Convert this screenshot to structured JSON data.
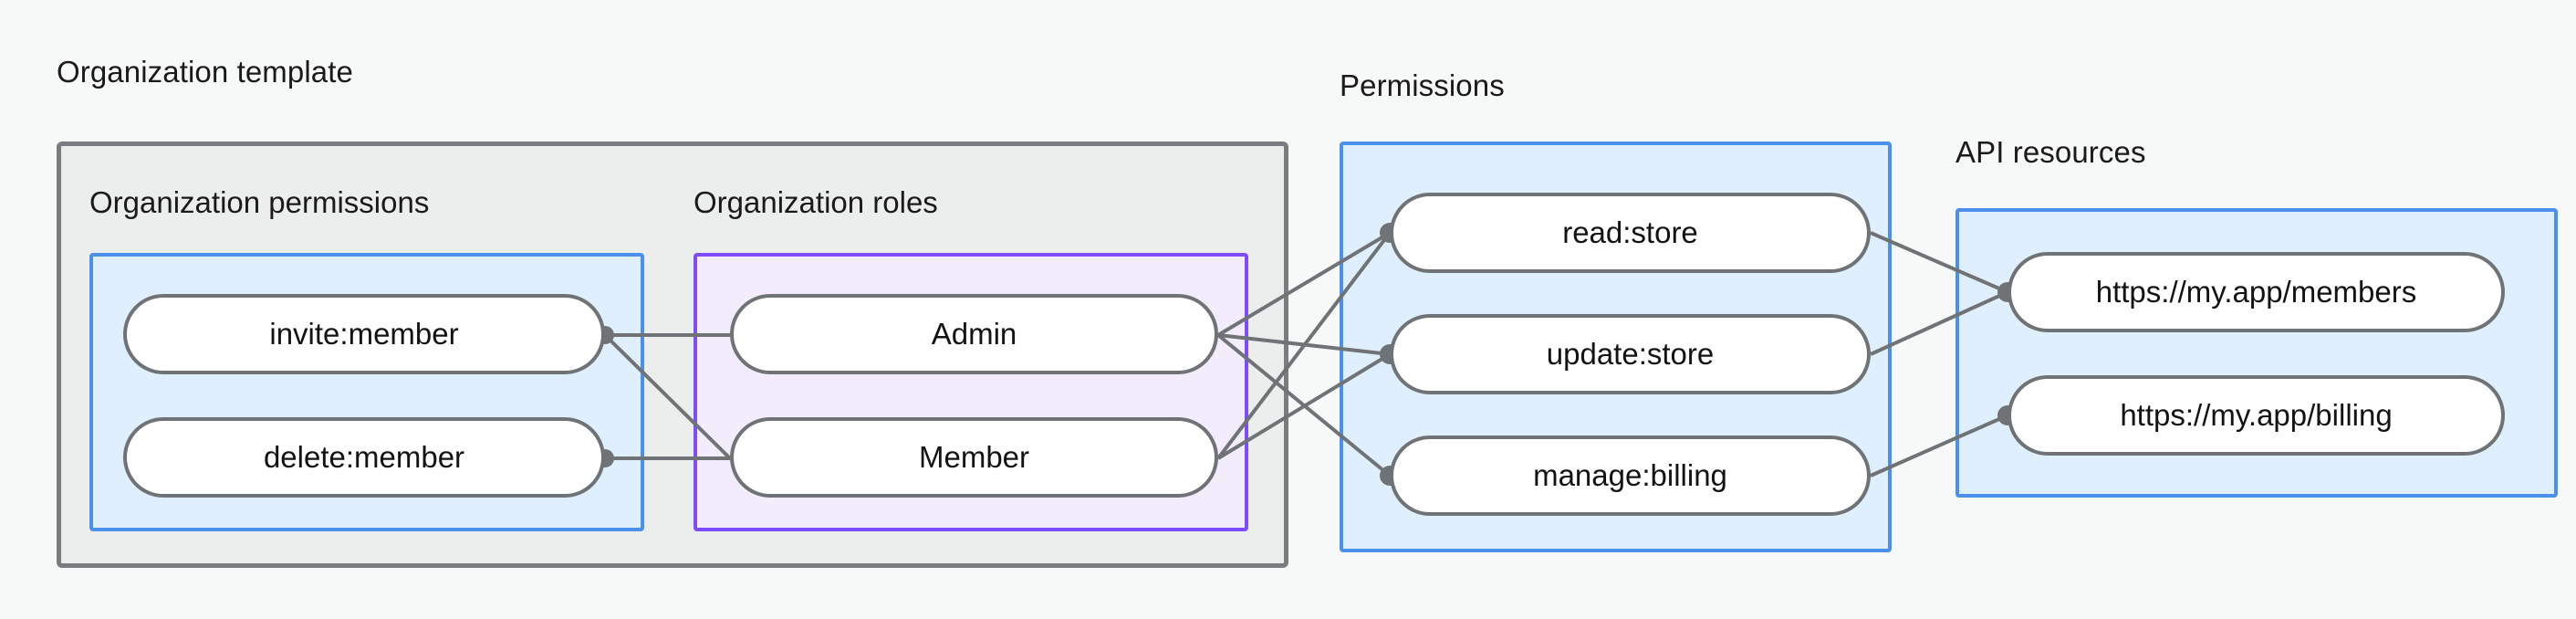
{
  "diagram": {
    "title_hidden": "",
    "background_color": "#f7f8f8",
    "edge_color": "#6f7376",
    "dot_color": "#6f7376",
    "node_border_color": "#6f7376",
    "node_fill_color": "#ffffff",
    "blue_box_fill": "#e0effd",
    "blue_box_border": "#4a90ec",
    "purple_box_fill": "#f2ecfd",
    "purple_box_border": "#7c4dff",
    "template_box_fill": "#eceded",
    "template_box_border": "#7a7d80"
  },
  "groups": {
    "organization_template": {
      "label": "Organization template"
    },
    "permissions": {
      "label": "Permissions"
    },
    "api_resources": {
      "label": "API resources"
    }
  },
  "subgroups": {
    "organization_permissions": {
      "label": "Organization permissions"
    },
    "organization_roles": {
      "label": "Organization roles"
    }
  },
  "nodes": {
    "org_permissions": [
      {
        "id": "invite-member",
        "label": "invite:member"
      },
      {
        "id": "delete-member",
        "label": "delete:member"
      }
    ],
    "org_roles": [
      {
        "id": "admin",
        "label": "Admin"
      },
      {
        "id": "member",
        "label": "Member"
      }
    ],
    "permissions": [
      {
        "id": "read-store",
        "label": "read:store"
      },
      {
        "id": "update-store",
        "label": "update:store"
      },
      {
        "id": "manage-billing",
        "label": "manage:billing"
      }
    ],
    "api_resources": [
      {
        "id": "members-url",
        "label": "https://my.app/members"
      },
      {
        "id": "billing-url",
        "label": "https://my.app/billing"
      }
    ]
  },
  "edges": [
    {
      "from": "invite-member",
      "to": "admin"
    },
    {
      "from": "invite-member",
      "to": "member"
    },
    {
      "from": "delete-member",
      "to": "member"
    },
    {
      "from": "admin",
      "to": "read-store"
    },
    {
      "from": "admin",
      "to": "update-store"
    },
    {
      "from": "admin",
      "to": "manage-billing"
    },
    {
      "from": "member",
      "to": "read-store"
    },
    {
      "from": "member",
      "to": "update-store"
    },
    {
      "from": "read-store",
      "to": "members-url"
    },
    {
      "from": "update-store",
      "to": "members-url"
    },
    {
      "from": "manage-billing",
      "to": "billing-url"
    }
  ]
}
